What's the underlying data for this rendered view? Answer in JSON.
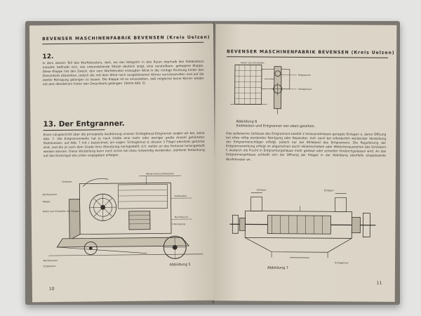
{
  "left_page": {
    "header": "BEVENSER MASCHINENFABRIK BEVENSEN (Kreis Uelzen)",
    "section_12_number": "12.",
    "section_12_text": "In dem oberen Teil des Wurfelevators, dort, wo das Steigrohr in den Raum oberhalb des Siebkastens mündet, befindet sich, wie untenstehende Skizze deutlich zeigt, eine verstellbare, gebogene Klappe. Diese Klappe hat den Zweck, den vom Wurfelevator erzeugten Wind in die richtige Richtung hinter den Dreschkorb abzuleiten, jedoch die mit dem Wind noch ausgeblasenen Körner zurückzuhalten und auf die zweite Reinigung gelangen zu lassen. Die Klappe ist so einzustellen, daß möglichst keine Körner wieder mit dem Windstrom hinter den Dreschkorb gelangen. (Siehe Abb. 5)",
    "section_13_heading": "13. Der Entgranner.",
    "section_13_text": "Einen Längsschnitt über die prinzipielle Ausführung unserer Schlegkreuz-Entgranner zeigen wir bei, siehe Abb. 7. Die Entgrannerwelle hat je nach Größe eine mehr oder weniger große Anzahl gehärteter Stahlmesser, auf Abb. 7 mit c bezeichnet, ein sogen. Schlagkreuz d, dessen 3 Flügel ebenfalls gehärtet sind, und die je nach dem Grade ihrer Abnutzung nachgestellt, d.h. weiter an das Gehäuse herangestellt werden können. Diese Verstellung kann noch schon bei etwa notwendig werdender, stärkerer Entwirkung auf das Dreschgut wie unten angegeben erfolgen.",
    "figure_labels": [
      "Windrichtung Siebkasten",
      "Gehäuse",
      "Wurfelevator",
      "Klappe",
      "Siebkasten",
      "Hebel zum Einstellen der Klappe",
      "Nachdrusch",
      "II Reinigung",
      "Wurfelevator",
      "Entgranner"
    ],
    "caption": "Abbildung 5",
    "page_number": "10"
  },
  "right_page": {
    "header": "BEVENSER MASCHINENFABRIK BEVENSEN (Kreis Uelzen)",
    "fig6_labels": [
      "Hebel zum Einstellen",
      "Entgranner",
      "Schlagkreuz"
    ],
    "caption_6_line1": "Abbildung 6",
    "caption_6_line2": "Siebkasten und Entgranner von oben gesehen.",
    "body_text": "Das gußeiserne Gehäuse des Entgranners besitzt 2 herausnehmbare gerippte Einlagen e, deren Öffnung bei etwa nötig werdender Reinigung oder Reparatur, evtl. auch bei erforderlich werdender Verstellung der Entgrannerschläger erfolgt, jedoch nur bei Stillstand des Entgranners. Die Regulierung der Entgrannerwirkung erfolgt im allgemeinen durch Hineinschieben oder Weiterherausziehen des Schiebers f, wodurch die Frucht in Entgrannergehäuse mehr gestaut oder schneller hindurchgelassen wird. An das Entgrannergehäuse schließt sich bei Öffnung der Klappe in der Abbildung ebenfalls eingedeutete Wurfelevator an.",
    "fig7_labels": [
      "Schieber",
      "Einlagen",
      "Schlagkreuz"
    ],
    "caption_7": "Abbildung 7",
    "page_number": "11"
  }
}
